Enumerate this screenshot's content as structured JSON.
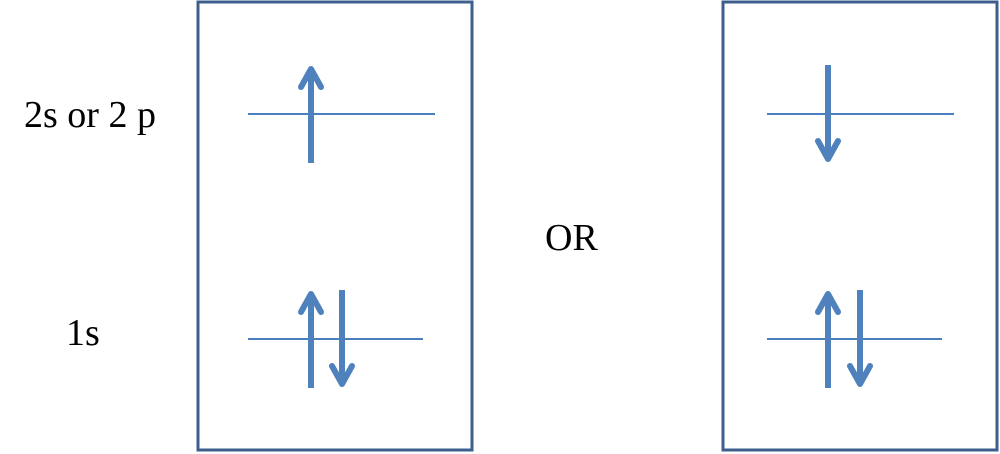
{
  "labels": {
    "upper_level": "2s or 2 p",
    "lower_level": "1s",
    "separator": "OR"
  },
  "configurations": [
    {
      "upper": [
        "up"
      ],
      "lower": [
        "up",
        "down"
      ]
    },
    {
      "upper": [
        "down"
      ],
      "lower": [
        "up",
        "down"
      ]
    }
  ],
  "colors": {
    "box_border": "#3d5f8e",
    "level_line": "#4a7fbe",
    "arrow": "#4f81bd",
    "text": "#000000"
  }
}
